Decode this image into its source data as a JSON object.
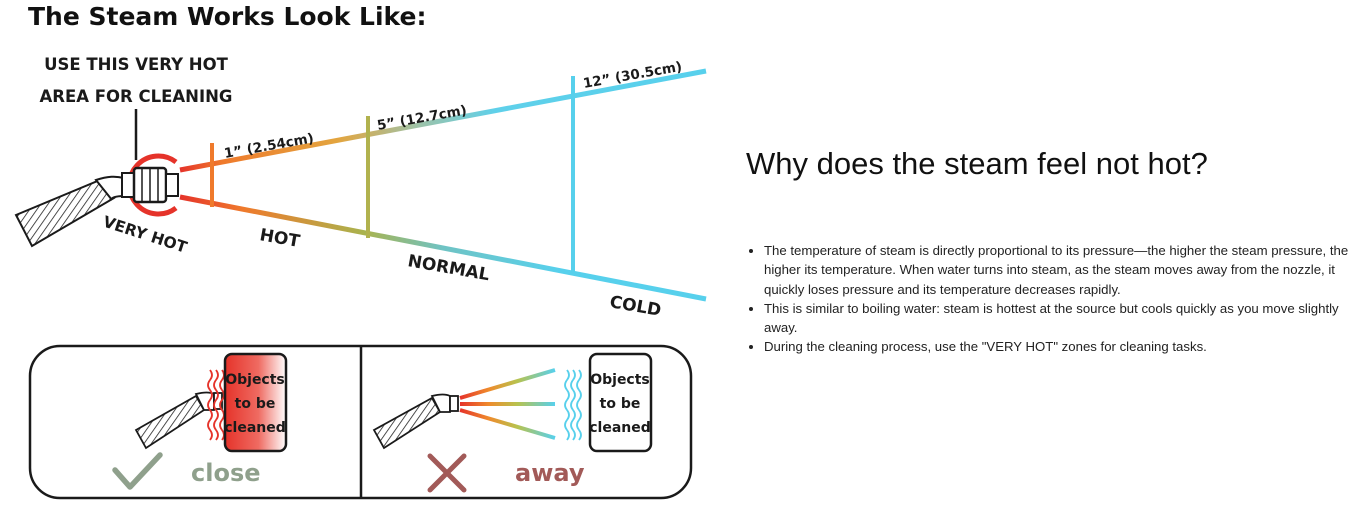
{
  "diagram": {
    "title": "The Steam Works Look Like:",
    "callout": [
      "USE THIS VERY HOT",
      "AREA FOR CLEANING"
    ],
    "zones": [
      "VERY HOT",
      "HOT",
      "NORMAL",
      "COLD"
    ],
    "distances": [
      "1” (2.54cm)",
      "5” (12.7cm)",
      "12” (30.5cm)"
    ],
    "comparison": {
      "object_label": [
        "Objects",
        "to be",
        "cleaned"
      ],
      "good_label": "close",
      "bad_label": "away"
    },
    "colors": {
      "very_hot": "#e5332a",
      "hot": "#ef7a2c",
      "mid": "#e3a53f",
      "normal": "#a9b34e",
      "cold": "#57d0ec",
      "check": "#8fa08c",
      "cross": "#a25a58"
    }
  },
  "text": {
    "question": "Why does the steam feel not hot?",
    "bullets": [
      "The temperature of steam is directly proportional to its pressure—the higher the steam pressure, the higher its temperature. When water turns into steam, as the steam moves away from the nozzle, it quickly loses pressure and its temperature decreases rapidly.",
      "This is similar to boiling water: steam is hottest at the source but cools quickly as you move slightly away.",
      "During the cleaning process, use the \"VERY HOT\" zones for cleaning tasks."
    ]
  }
}
